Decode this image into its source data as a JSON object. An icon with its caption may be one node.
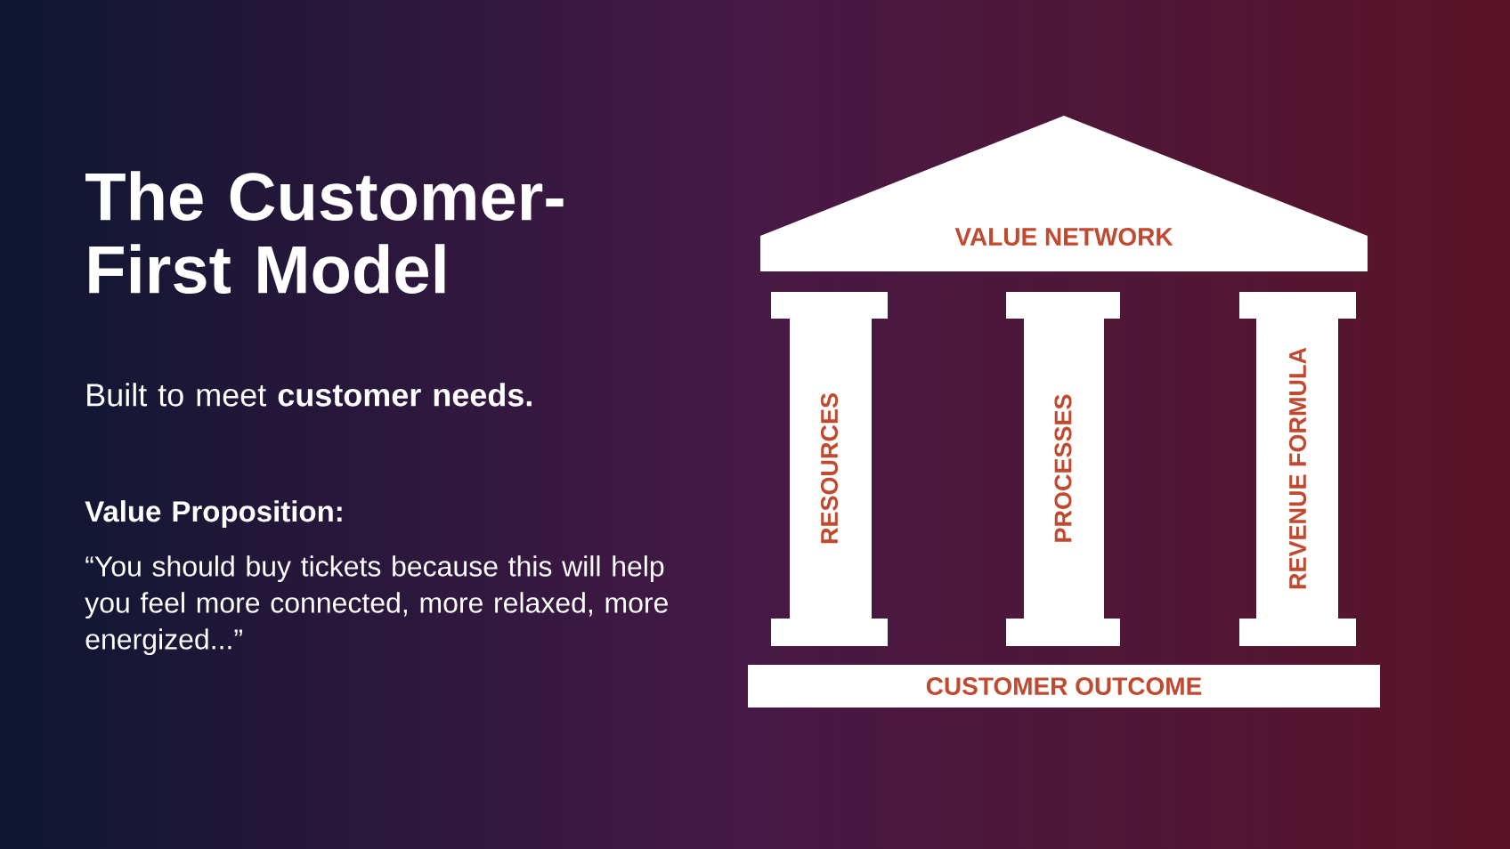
{
  "diagram": {
    "title": "The Customer-First Model",
    "nodes": [
      {
        "text": [
          "VALUE NETWORK"
        ]
      },
      {
        "text": [
          "RESOURCES"
        ]
      },
      {
        "text": [
          "PROCESSES"
        ]
      },
      {
        "text": [
          "REVENUE FORMULA"
        ]
      },
      {
        "text": [
          "CUSTOMER OUTCOME"
        ]
      }
    ],
    "labels": [
      "Built to meet **customer needs.**",
      "Value Proposition:",
      "“You should buy tickets because this will help you feel more connected, more relaxed, more energized...”"
    ]
  }
}
